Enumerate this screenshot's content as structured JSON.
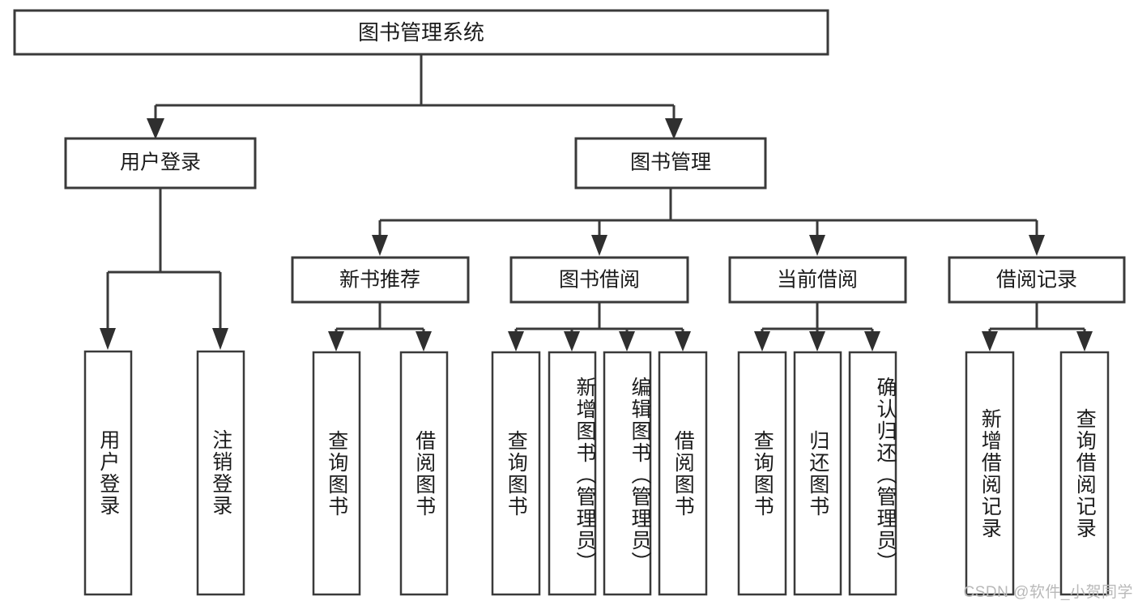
{
  "diagram": {
    "type": "tree-hierarchy-chart",
    "title_node": {
      "label": "图书管理系统"
    },
    "level2": [
      {
        "id": "user-login",
        "label": "用户登录"
      },
      {
        "id": "book-manage",
        "label": "图书管理"
      }
    ],
    "level3": [
      {
        "id": "new-book-recommend",
        "label": "新书推荐"
      },
      {
        "id": "book-borrow",
        "label": "图书借阅"
      },
      {
        "id": "current-borrow",
        "label": "当前借阅"
      },
      {
        "id": "borrow-record",
        "label": "借阅记录"
      }
    ],
    "leaves": {
      "user_login": [
        {
          "id": "leaf-user-login",
          "label": "用户登录"
        },
        {
          "id": "leaf-logout-login",
          "label": "注销登录"
        }
      ],
      "new_book_recommend": [
        {
          "id": "leaf-query-book-1",
          "label": "查询图书"
        },
        {
          "id": "leaf-borrow-book-1",
          "label": "借阅图书"
        }
      ],
      "book_borrow": [
        {
          "id": "leaf-query-book-2",
          "label": "查询图书"
        },
        {
          "id": "leaf-add-book-admin",
          "label": "新增图书（管理员）"
        },
        {
          "id": "leaf-edit-book-admin",
          "label": "编辑图书（管理员）"
        },
        {
          "id": "leaf-borrow-book-2",
          "label": "借阅图书"
        }
      ],
      "current_borrow": [
        {
          "id": "leaf-query-book-3",
          "label": "查询图书"
        },
        {
          "id": "leaf-return-book",
          "label": "归还图书"
        },
        {
          "id": "leaf-confirm-return-admin",
          "label": "确认归还（管理员）"
        }
      ],
      "borrow_record": [
        {
          "id": "leaf-add-borrow-record",
          "label": "新增借阅记录"
        },
        {
          "id": "leaf-query-borrow-record",
          "label": "查询借阅记录"
        }
      ]
    },
    "watermark": "CSDN @软件_小贺同学",
    "colors": {
      "box_stroke": "#3a3a3a",
      "box_fill": "#ffffff",
      "text": "#1b1b1b",
      "connector": "#3a3a3a",
      "watermark": "#b9b9b9",
      "background": "#ffffff"
    }
  }
}
